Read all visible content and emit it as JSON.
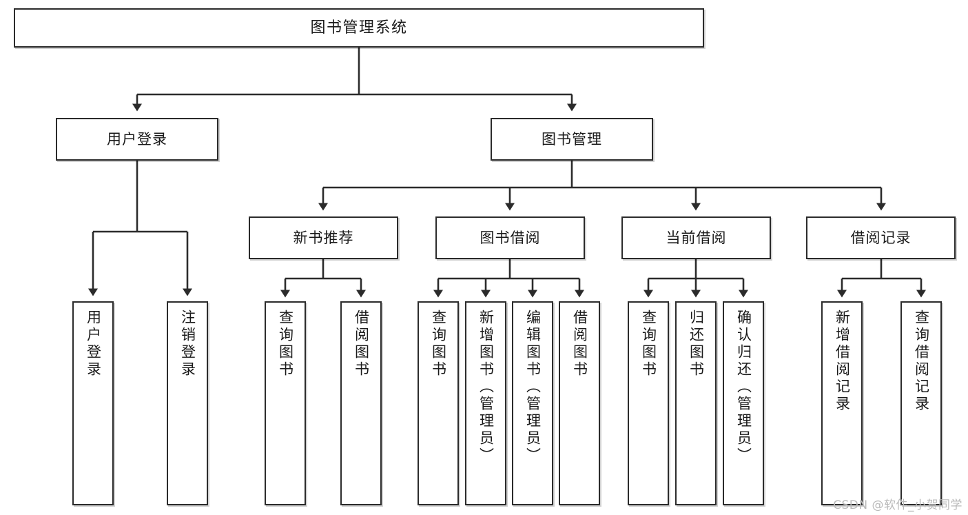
{
  "diagram": {
    "kind": "tree-hierarchy-chart",
    "title": "图书管理系统",
    "colors": {
      "box_border": "#2b2b2b",
      "box_fill": "#ffffff",
      "connector": "#2b2b2b",
      "text": "#1a1a1a",
      "watermark": "#b9b9b9",
      "background": "#ffffff"
    }
  },
  "root": {
    "label": "图书管理系统"
  },
  "level2": [
    {
      "label": "用户登录"
    },
    {
      "label": "图书管理"
    }
  ],
  "level3": [
    {
      "label": "新书推荐"
    },
    {
      "label": "图书借阅"
    },
    {
      "label": "当前借阅"
    },
    {
      "label": "借阅记录"
    }
  ],
  "leaves": {
    "user_login": [
      {
        "label": "用户登录"
      },
      {
        "label": "注销登录"
      }
    ],
    "new_book_recommend": [
      {
        "label": "查询图书"
      },
      {
        "label": "借阅图书"
      }
    ],
    "book_borrow": [
      {
        "label": "查询图书"
      },
      {
        "label": "新增图书（管理员）"
      },
      {
        "label": "编辑图书（管理员）"
      },
      {
        "label": "借阅图书"
      }
    ],
    "current_borrow": [
      {
        "label": "查询图书"
      },
      {
        "label": "归还图书"
      },
      {
        "label": "确认归还（管理员）"
      }
    ],
    "borrow_record": [
      {
        "label": "新增借阅记录"
      },
      {
        "label": "查询借阅记录"
      }
    ]
  },
  "watermark": {
    "text": "CSDN @软件_小贺同学"
  }
}
